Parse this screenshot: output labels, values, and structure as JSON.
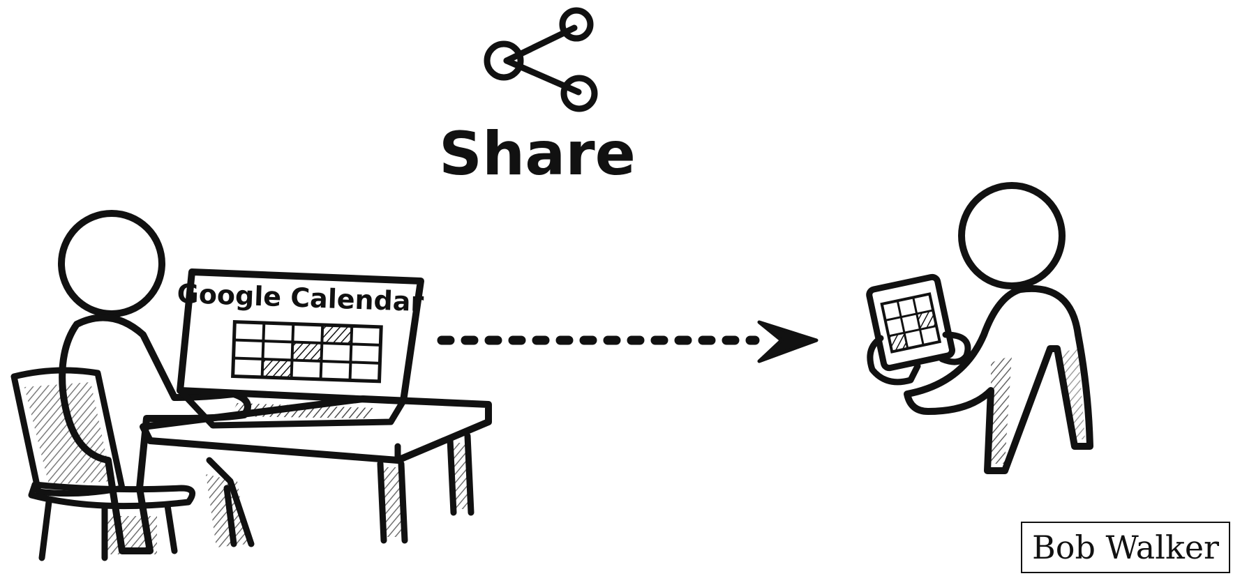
{
  "share": {
    "icon": "share-icon",
    "label": "Share"
  },
  "laptop": {
    "screen_title": "Google Calendar"
  },
  "credit": {
    "name": "Bob Walker"
  },
  "colors": {
    "ink": "#111111",
    "background": "#ffffff"
  }
}
